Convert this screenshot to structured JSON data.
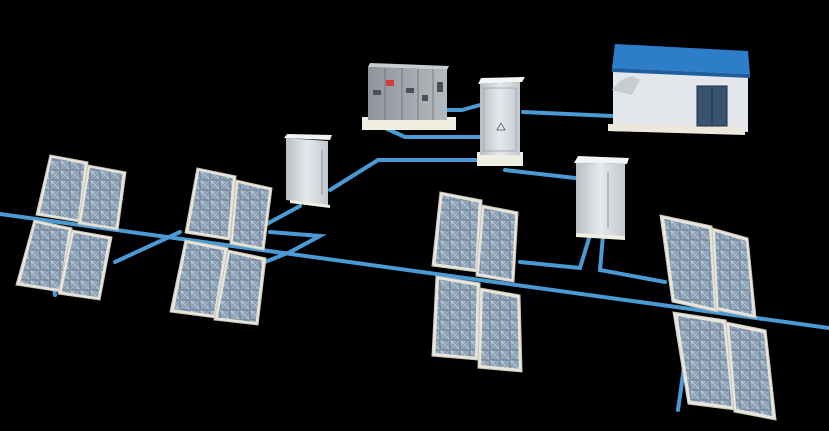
{
  "scene": {
    "background": "#000000",
    "cable_color": "#4a9ad6",
    "panel_glass_color": "#8fa6bd",
    "cabinet_color": "#d9dde2",
    "building_roof_color": "#2d7dc9"
  },
  "elements": {
    "solar_arrays": 4,
    "combiner_boxes": 3,
    "main_distribution_cabinet": 1,
    "switchgear_panel": 1,
    "control_building": 1
  }
}
